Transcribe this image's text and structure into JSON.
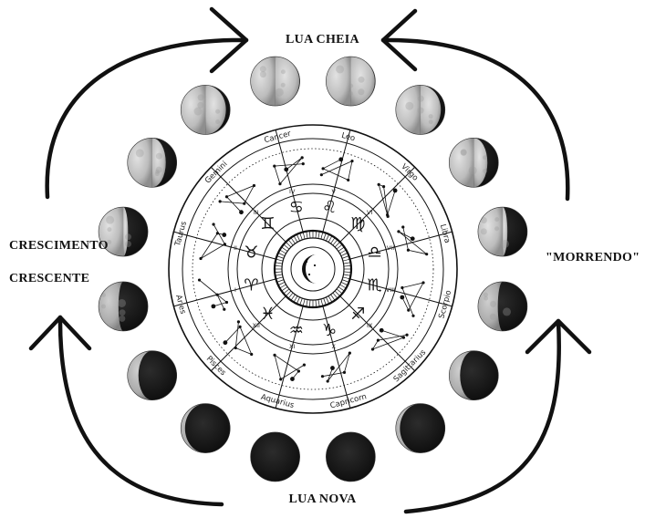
{
  "labels": {
    "full_moon": "LUA CHEIA",
    "new_moon": "LUA NOVA",
    "waxing_1": "CRESCIMENTO",
    "waxing_2": "CRESCENTE",
    "waning": "\"MORRENDO\""
  },
  "zodiac": {
    "signs": [
      "Cancer",
      "Leo",
      "Virgo",
      "Libra",
      "Scorpio",
      "Sagittarius",
      "Capricorn",
      "Aquarius",
      "Pisces",
      "Aries",
      "Taurus",
      "Gemini"
    ],
    "houses": [
      "IV",
      "V",
      "VI",
      "VII",
      "VIII",
      "IX",
      "X",
      "XI",
      "XII",
      "I",
      "II",
      "III"
    ],
    "glyphs": [
      "♋",
      "♌",
      "♍",
      "♎",
      "♏",
      "♐",
      "♑",
      "♒",
      "♓",
      "♈",
      "♉",
      "♊"
    ],
    "center_icon": "crescent-moon-with-stars-icon"
  },
  "moon_phases": {
    "count": 16,
    "order": "full moon at top, waning clockwise on the right, new moon at bottom, waxing on the left"
  },
  "colors": {
    "ink": "#111111",
    "moon_light": "#c9c9c9",
    "moon_dark": "#161616"
  }
}
